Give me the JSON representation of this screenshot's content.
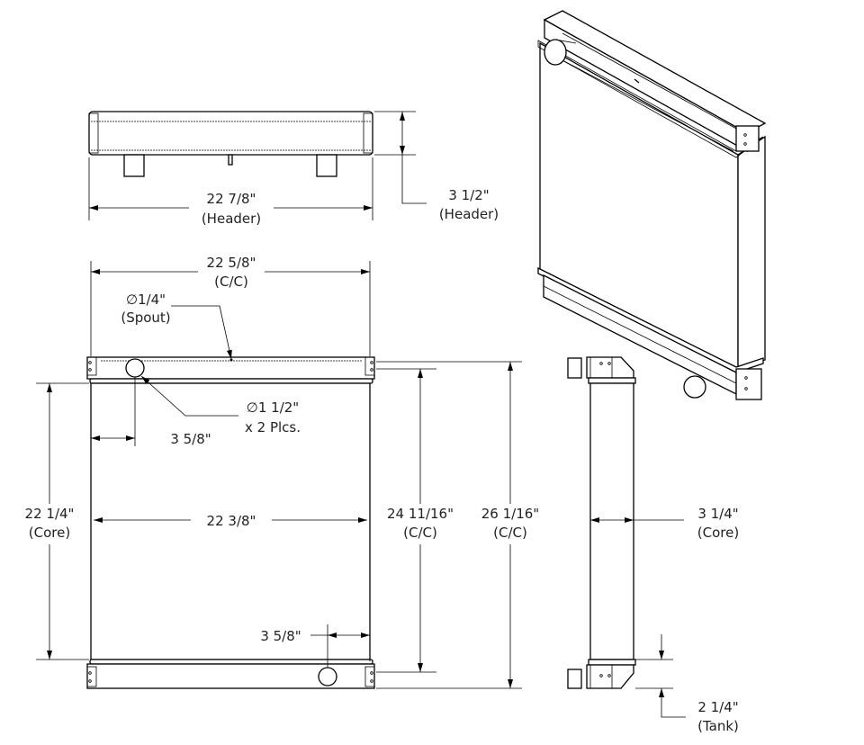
{
  "header_top_view": {
    "width": "22 7/8\"",
    "width_note": "(Header)",
    "height": "3 1/2\"",
    "height_note": "(Header)"
  },
  "front_view": {
    "cc_width": "22 5/8\"",
    "cc_width_note": "(C/C)",
    "spout": "∅1/4\"",
    "spout_note": "(Spout)",
    "inlet": "∅1 1/2\"",
    "inlet_note": "x 2 Plcs.",
    "inlet_offset_top": "3 5/8\"",
    "inlet_offset_bottom": "3 5/8\"",
    "core_height": "22 1/4\"",
    "core_height_note": "(Core)",
    "core_width": "22 3/8\"",
    "cc_height_1": "24 11/16\"",
    "cc_height_1_note": "(C/C)",
    "cc_height_2": "26 1/16\"",
    "cc_height_2_note": "(C/C)"
  },
  "side_view": {
    "core_depth": "3 1/4\"",
    "core_depth_note": "(Core)",
    "tank": "2 1/4\"",
    "tank_note": "(Tank)"
  }
}
